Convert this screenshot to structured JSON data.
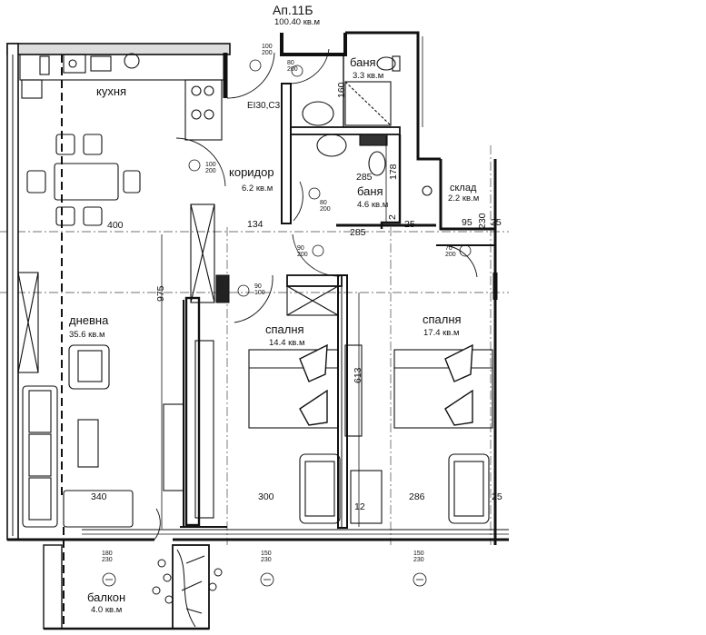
{
  "apartment": {
    "title": "Ап.11Б",
    "area": "100.40 кв.м"
  },
  "rooms": {
    "kitchen": {
      "name": "кухня"
    },
    "living": {
      "name": "дневна",
      "area": "35.6 кв.м"
    },
    "corridor": {
      "name": "коридор",
      "area": "6.2 кв.м"
    },
    "bath1": {
      "name": "баня",
      "area": "3.3 кв.м"
    },
    "bath2": {
      "name": "баня",
      "area": "4.6 кв.м"
    },
    "storage": {
      "name": "склад",
      "area": "2.2 кв.м"
    },
    "bed1": {
      "name": "спалня",
      "area": "14.4 кв.м"
    },
    "bed2": {
      "name": "спалня",
      "area": "17.4 кв.м"
    },
    "balcony": {
      "name": "балкон",
      "area": "4.0 кв.м"
    }
  },
  "door_rating": "EI30,C3",
  "dimensions": {
    "d400": "400",
    "d134": "134",
    "d285a": "285",
    "d95": "95",
    "d25a": "25",
    "d975": "975",
    "d613": "613",
    "d340": "340",
    "d300": "300",
    "d12": "12",
    "d286": "286",
    "d25b": "25",
    "d160": "160",
    "d285b": "285",
    "d178": "178",
    "d25c": "25",
    "d230": "230",
    "d2": "2"
  },
  "door_tags": {
    "entry": "100\n200",
    "bath1": "80\n200",
    "corridor": "100\n200",
    "bath2": "80\n200",
    "bed1": "90\n200",
    "bed2": "70\n200",
    "living": "90\n100"
  },
  "window_tags": {
    "balcony_w": "180\n230",
    "bed1_w": "150\n230",
    "bed2_w": "150\n230"
  }
}
